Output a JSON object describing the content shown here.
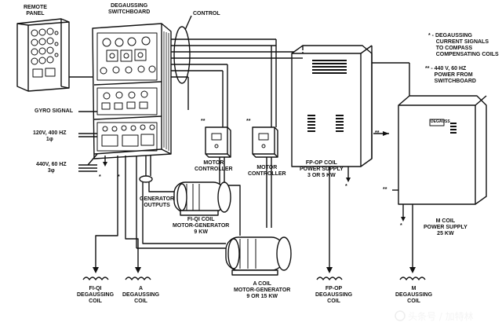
{
  "labels": {
    "remote_panel": "REMOTE\nPANEL",
    "degaussing_switchboard": "DEGAUSSING\nSWITCHBOARD",
    "control": "CONTROL",
    "gyro_signal": "GYRO SIGNAL",
    "power_120": "120V, 400 HZ\n1φ",
    "power_440": "440V, 60 HZ\n3φ",
    "legend_star": "* - DEGAUSSING\n     CURRENT SIGNALS\n     TO COMPASS\n     COMPENSATING COILS",
    "legend_double_star": "** - 440 V, 60 HZ\n      POWER FROM\n      SWITCHBOARD",
    "motor_controller_1": "MOTOR\nCONTROLLER",
    "motor_controller_2": "MOTOR\nCONTROLLER",
    "fp_op_supply": "FP-OP COIL\nPOWER SUPPLY\n3 OR 5 KW",
    "m_supply": "M COIL\nPOWER SUPPLY\n25 KW",
    "generator_outputs": "GENERATOR\nOUTPUTS",
    "fi_qi_mg": "FI-QI COIL\nMOTOR-GENERATOR\n9 KW",
    "a_mg": "A COIL\nMOTOR-GENERATOR\n9 OR 15 KW",
    "coil_fi_qi": "FI-QI\nDEGAUSSING\nCOIL",
    "coil_a": "A\nDEGAUSSING\nCOIL",
    "coil_fp_op": "FP-OP\nDEGAUSSING\nCOIL",
    "coil_m": "M\nDEGAUSSING\nCOIL",
    "cabinet_plate": "DEGAUSS",
    "star": "*",
    "double_star": "**"
  },
  "watermark": {
    "text": "头条号 / 加特林"
  },
  "colors": {
    "ink": "#111111",
    "background": "#ffffff"
  }
}
